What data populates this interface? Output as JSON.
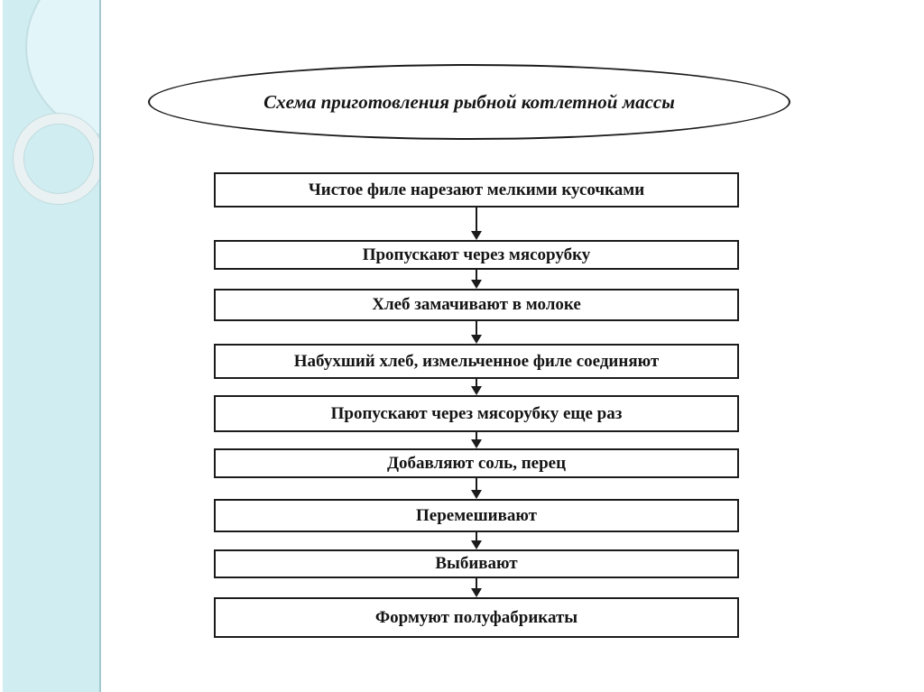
{
  "slide": {
    "title": "Схема приготовления рыбной котлетной массы",
    "steps": [
      "Чистое филе нарезают мелкими кусочками",
      "Пропускают через мясорубку",
      "Хлеб замачивают в молоке",
      "Набухший хлеб, измельченное филе соединяют",
      "Пропускают через мясорубку еще раз",
      "Добавляют соль, перец",
      "Перемешивают",
      "Выбивают",
      "Формуют полуфабрикаты"
    ],
    "colors": {
      "strip": "#d0edf1",
      "strip_edge": "#a3c9ce",
      "line": "#1b1b1b",
      "background": "#ffffff"
    }
  }
}
